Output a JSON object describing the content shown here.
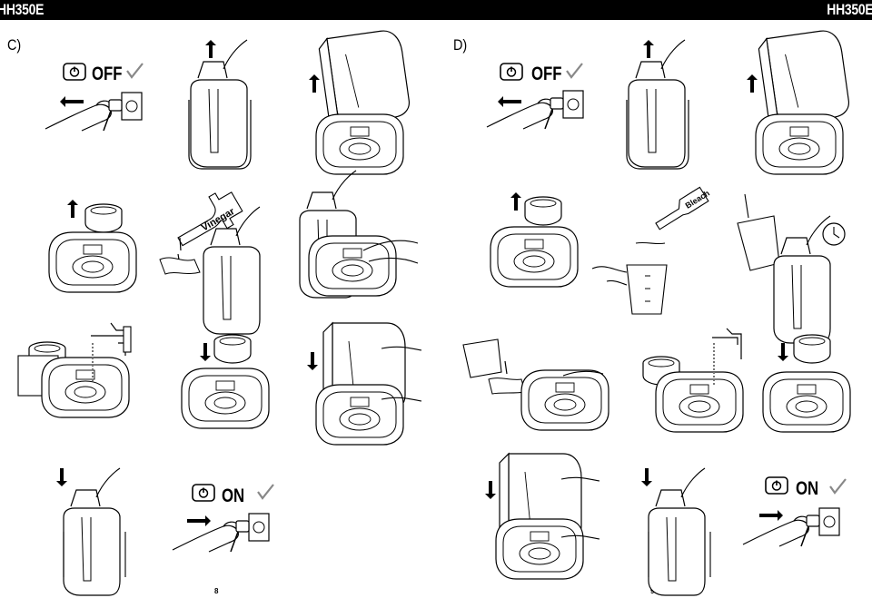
{
  "header": {
    "model_left": "HH350E",
    "model_right": "HH350E"
  },
  "sections": [
    {
      "label": "C)",
      "page_number": "8"
    },
    {
      "label": "D)",
      "page_number": "9"
    }
  ],
  "power_labels": {
    "off": "OFF",
    "on": "ON"
  },
  "bottle_labels": {
    "vinegar": "Vinegar",
    "bleach": "Bleach"
  },
  "icons": [
    "power-icon",
    "check-icon",
    "arrow-up-icon",
    "arrow-down-icon",
    "arrow-left-icon",
    "arrow-right-icon",
    "clock-icon",
    "faucet-icon"
  ]
}
